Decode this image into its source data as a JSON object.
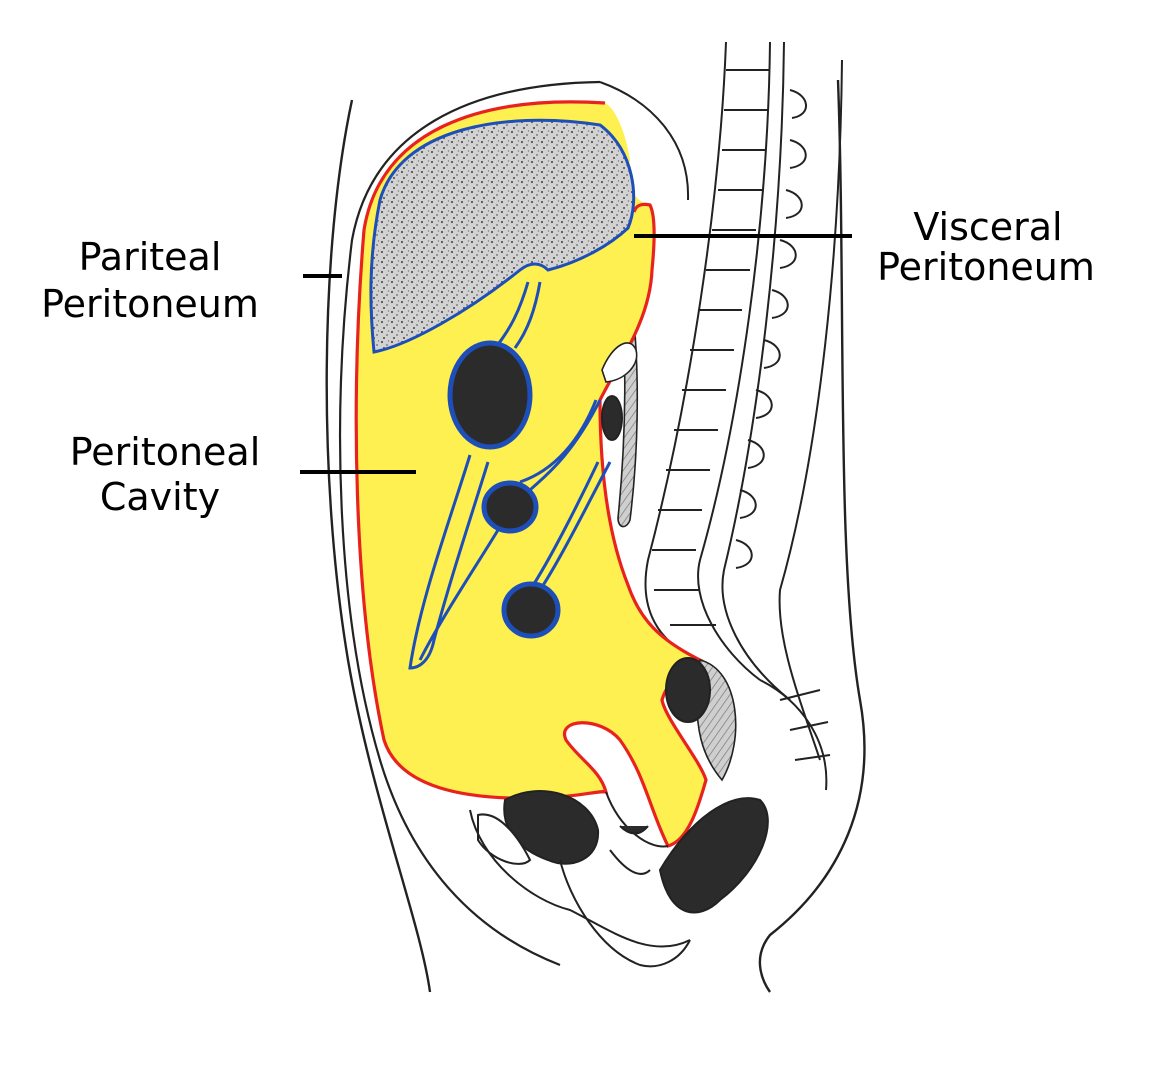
{
  "labels": {
    "parietal": {
      "line1": "Pariteal",
      "line2": "Peritoneum"
    },
    "cavity": {
      "line1": "Peritoneal",
      "line2": "Cavity"
    },
    "visceral": {
      "line1": "Visceral",
      "line2": "Peritoneum"
    }
  },
  "colors": {
    "cavity_fill": "#fdf050",
    "parietal_line": "#e8231f",
    "visceral_line": "#1e4fb8",
    "organ_fill": "#b5b5b5",
    "dark_organ": "#2b2b2b",
    "outline": "#222222"
  }
}
